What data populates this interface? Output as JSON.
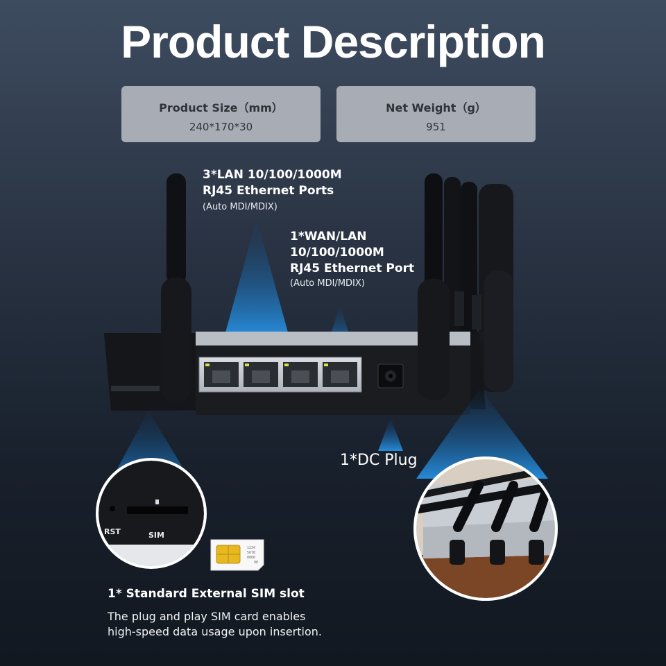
{
  "title": "Product Description",
  "specs": [
    {
      "label": "Product Size（mm）",
      "value": "240*170*30"
    },
    {
      "label": "Net Weight（g）",
      "value": "951"
    }
  ],
  "callouts": {
    "lan": {
      "line1": "3*LAN 10/100/1000M",
      "line2": "RJ45 Ethernet Ports",
      "sub": "(Auto MDI/MDIX)"
    },
    "wan": {
      "line1": "1*WAN/LAN",
      "line2": "10/100/1000M",
      "line3": "RJ45 Ethernet Port",
      "sub": "(Auto MDI/MDIX)"
    },
    "dc": {
      "label": "1*DC Plug"
    },
    "sim": {
      "title": "1* Standard External SIM slot",
      "desc_line1": "The plug and play SIM card enables",
      "desc_line2": "high-speed data usage upon insertion.",
      "rst_label": "RST",
      "sim_label": "SIM",
      "card_digits": [
        "1234",
        "5678",
        "0000",
        "90"
      ]
    }
  },
  "colors": {
    "accent_blue": "#1a8fe6",
    "card_bg": "#a8acb4"
  }
}
